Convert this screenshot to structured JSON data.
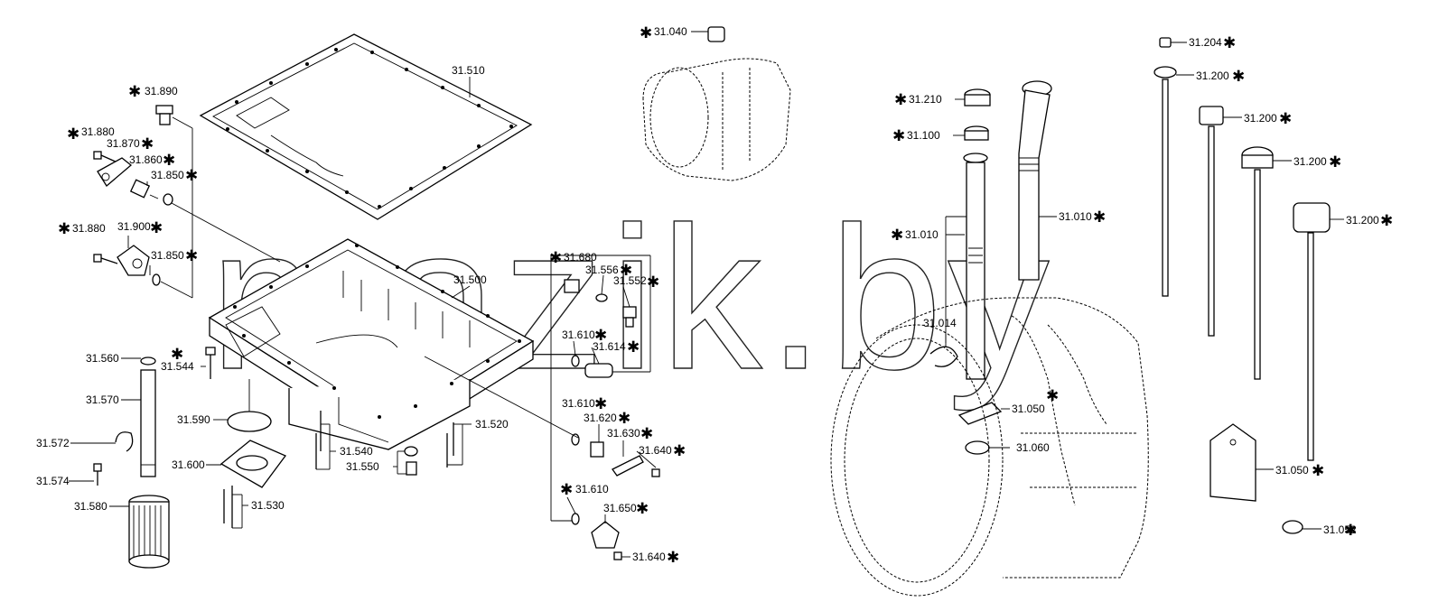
{
  "watermark": "mazik.by",
  "labels": {
    "l31040": "31.040",
    "l31510": "31.510",
    "l31890": "31.890",
    "l31880a": "31.880",
    "l31870": "31.870",
    "l31860": "31.860",
    "l31850a": "31.850",
    "l31880b": "31.880",
    "l31900": "31.900",
    "l31850b": "31.850",
    "l31500": "31.500",
    "l31560": "31.560",
    "l31544": "31.544",
    "l31570": "31.570",
    "l31590": "31.590",
    "l31572": "31.572",
    "l31600": "31.600",
    "l31574": "31.574",
    "l31540": "31.540",
    "l31550": "31.550",
    "l31520": "31.520",
    "l31530": "31.530",
    "l31580": "31.580",
    "l31680": "31.680",
    "l31556": "31.556",
    "l31552": "31.552",
    "l31610a": "31.610",
    "l31614": "31.614",
    "l31610b": "31.610",
    "l31620": "31.620",
    "l31630": "31.630",
    "l31640a": "31.640",
    "l31610c": "31.610",
    "l31650": "31.650",
    "l31640b": "31.640",
    "l31210": "31.210",
    "l31100": "31.100",
    "l31010a": "31.010",
    "l31010b": "31.010",
    "l31014": "31.014",
    "l31050a": "31.050",
    "l31060": "31.060",
    "l31204": "31.204",
    "l31200a": "31.200",
    "l31200b": "31.200",
    "l31200c": "31.200",
    "l31200d": "31.200",
    "l31050b": "31.050",
    "l31052": "31.052"
  },
  "asterisk": "✱"
}
